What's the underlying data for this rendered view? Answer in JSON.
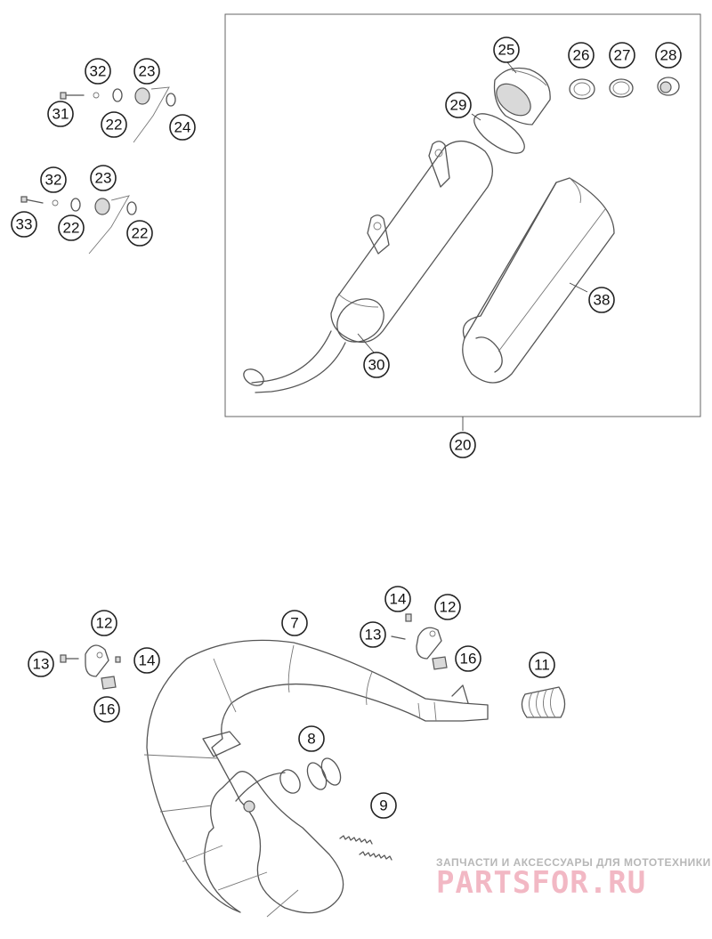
{
  "callouts": {
    "c7": "7",
    "c8": "8",
    "c9": "9",
    "c11": "11",
    "c12a": "12",
    "c12b": "12",
    "c13a": "13",
    "c13b": "13",
    "c14a": "14",
    "c14b": "14",
    "c16a": "16",
    "c16b": "16",
    "c20": "20",
    "c22a": "22",
    "c22b": "22",
    "c22c": "22",
    "c23a": "23",
    "c23b": "23",
    "c24": "24",
    "c25": "25",
    "c26": "26",
    "c27": "27",
    "c28": "28",
    "c29": "29",
    "c30": "30",
    "c31": "31",
    "c32a": "32",
    "c32b": "32",
    "c33": "33",
    "c38": "38"
  },
  "watermark": {
    "tagline": "ЗАПЧАСТИ И АКСЕССУАРЫ ДЛЯ МОТОТЕХНИКИ",
    "logo": "PARTSFOR.RU"
  }
}
